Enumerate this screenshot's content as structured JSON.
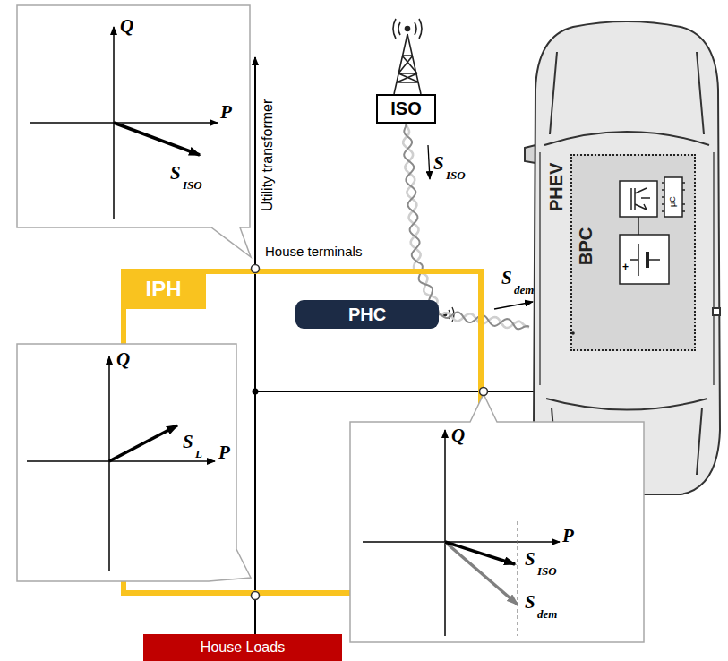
{
  "diagram": {
    "nodes": [
      {
        "text": [
          "Q",
          "P",
          "S⃗",
          "ISO"
        ]
      },
      {
        "text": [
          "ISO"
        ]
      },
      {
        "text": [
          "PHEV"
        ]
      },
      {
        "text": [
          "BPC"
        ],
        "in": 2
      },
      {
        "text": [
          "IPH"
        ]
      },
      {
        "text": [
          "PHC"
        ],
        "in": 4
      },
      {
        "text": [
          "Q",
          "P",
          "S⃗",
          "L"
        ]
      },
      {
        "text": [
          "Q",
          "P",
          "S⃗",
          "ISO",
          "S⃗",
          "dem"
        ]
      },
      {
        "text": [
          "House Loads"
        ]
      }
    ],
    "edges": [
      {
        "from": 1,
        "to": 5,
        "arrow": "none"
      },
      {
        "from": 5,
        "to": 2,
        "arrow": "none"
      }
    ],
    "labels": [
      "Utility transformer",
      "House terminals",
      "S⃗",
      "ISO",
      "S⃗",
      "dem",
      "μC",
      "+"
    ]
  }
}
